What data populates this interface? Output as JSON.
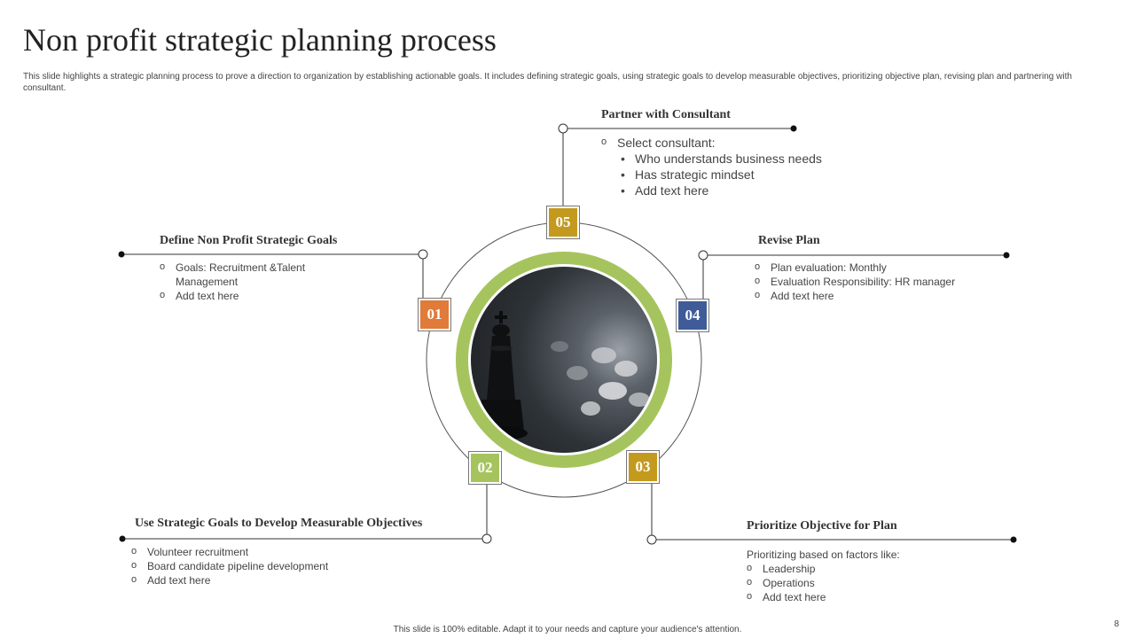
{
  "slide": {
    "title": "Non profit strategic planning process",
    "subtitle": "This slide highlights a strategic planning process to prove a direction to organization by establishing actionable goals. It includes defining strategic goals, using strategic goals to develop measurable objectives, prioritizing objective plan, revising plan and partnering with consultant.",
    "footer": "This slide is 100% editable. Adapt it to your needs and capture your audience's attention.",
    "page_number": "8"
  },
  "colors": {
    "step01": "#e07b39",
    "step02": "#a6c45e",
    "step03": "#c49a1e",
    "step04": "#3f5c99",
    "step05": "#c49a1e",
    "ring": "#a6c45e"
  },
  "center_image": {
    "icon": "chess-king-photo"
  },
  "steps": {
    "s01": {
      "number": "01",
      "heading": "Define Non Profit Strategic Goals",
      "items": [
        "Goals: Recruitment &Talent Management",
        "Add text here"
      ]
    },
    "s02": {
      "number": "02",
      "heading": "Use Strategic Goals to Develop Measurable Objectives",
      "items": [
        "Volunteer recruitment",
        "Board candidate pipeline development",
        "Add text here"
      ]
    },
    "s03": {
      "number": "03",
      "heading": "Prioritize  Objective for Plan",
      "intro": "Prioritizing based on factors like:",
      "items": [
        "Leadership",
        "Operations",
        "Add text here"
      ]
    },
    "s04": {
      "number": "04",
      "heading": "Revise Plan",
      "items": [
        "Plan evaluation:  Monthly",
        "Evaluation  Responsibility: HR manager",
        "Add text here"
      ]
    },
    "s05": {
      "number": "05",
      "heading": "Partner  with  Consultant",
      "intro": "Select consultant:",
      "items": [
        "Who understands business needs",
        "Has strategic mindset",
        "Add text here"
      ]
    }
  }
}
